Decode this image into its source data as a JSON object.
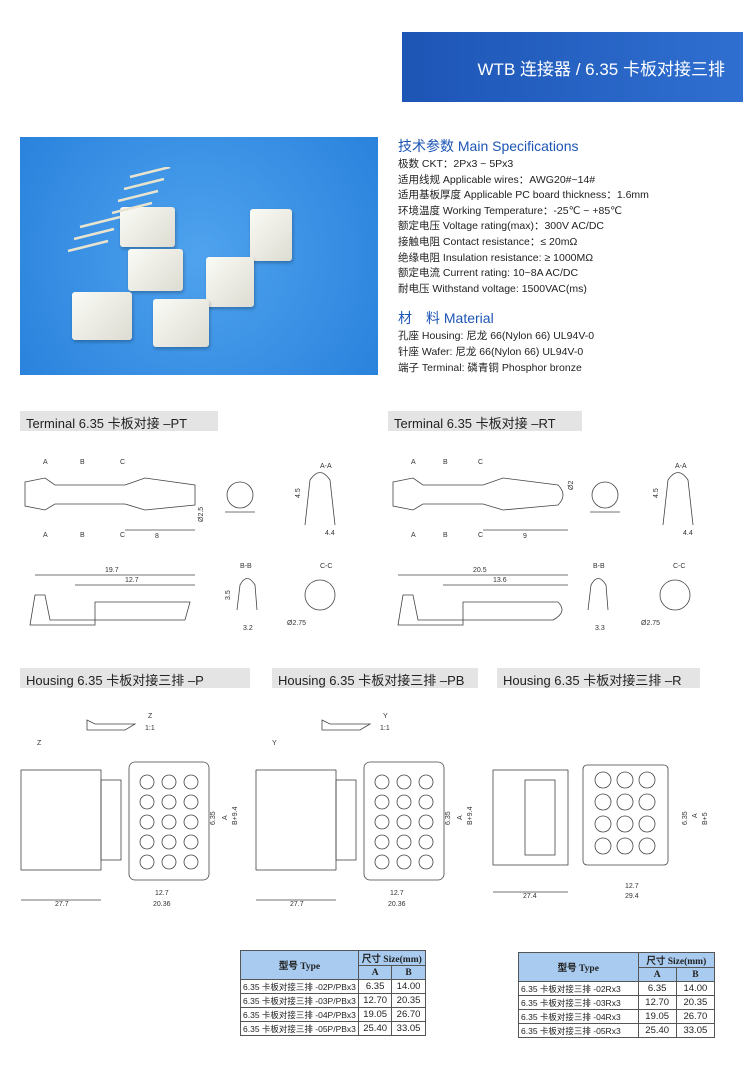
{
  "header": {
    "title": "WTB 连接器 / 6.35 卡板对接三排"
  },
  "specs": {
    "title": "技术参数 Main Specifications",
    "items": [
      "极数 CKT：2Px3 ~ 5Px3",
      "适用线规 Applicable wires：AWG20#~14#",
      "适用基板厚度 Applicable PC board thickness：1.6mm",
      "环境温度 Working Temperature：-25℃ ~ +85℃",
      "额定电压 Voltage rating(max)：300V AC/DC",
      "接触电阻 Contact resistance：≤ 20mΩ",
      "绝缘电阻 Insulation resistance: ≥ 1000MΩ",
      "额定电流 Current rating: 10~8A AC/DC",
      "耐电压 Withstand voltage: 1500VAC(ms)"
    ]
  },
  "material": {
    "title": "材　料 Material",
    "items": [
      "孔座 Housing: 尼龙 66(Nylon 66) UL94V-0",
      "针座 Wafer: 尼龙 66(Nylon 66) UL94V-0",
      "端子 Terminal: 磷青铜 Phosphor bronze"
    ]
  },
  "sections": {
    "pt": "Terminal 6.35 卡板对接 –PT",
    "rt": "Terminal 6.35 卡板对接 –RT",
    "hp": "Housing 6.35 卡板对接三排 –P",
    "hpb": "Housing 6.35 卡板对接三排 –PB",
    "hr": "Housing 6.35 卡板对接三排 –R"
  },
  "pt_dims": {
    "a": "A",
    "b": "B",
    "c": "C",
    "d1": "Ø2.5",
    "len": "8",
    "l1": "19.7",
    "l2": "12.7",
    "aa": "A-A",
    "h1": "4.5",
    "w1": "4.4",
    "bb": "B-B",
    "h2": "3.5",
    "w2": "3.2",
    "cc": "C-C",
    "d2": "Ø2.75"
  },
  "rt_dims": {
    "a": "A",
    "b": "B",
    "c": "C",
    "d1": "Ø2",
    "len": "9",
    "l1": "20.5",
    "l2": "13.6",
    "aa": "A-A",
    "h1": "4.5",
    "w1": "4.4",
    "bb": "B-B",
    "w2": "3.3",
    "cc": "C-C",
    "d2": "Ø2.75"
  },
  "housing_dims": {
    "z": "Z",
    "zs": "Z",
    "scale": "1:1",
    "y": "Y",
    "ys": "Y",
    "w1": "27.7",
    "w2": "12.7",
    "w3": "20.36",
    "p": "6.35",
    "a": "A",
    "b": "B",
    "bp": "B+9.4",
    "rw1": "27.4",
    "rw2": "12.7",
    "rw3": "29.4",
    "rbp": "B+5"
  },
  "table_left": {
    "type": "型号 Type",
    "size": "尺寸 Size(mm)",
    "a": "A",
    "b": "B",
    "rows": [
      [
        "6.35 卡板对接三排 -02P/PBx3",
        "6.35",
        "14.00"
      ],
      [
        "6.35 卡板对接三排 -03P/PBx3",
        "12.70",
        "20.35"
      ],
      [
        "6.35 卡板对接三排 -04P/PBx3",
        "19.05",
        "26.70"
      ],
      [
        "6.35 卡板对接三排 -05P/PBx3",
        "25.40",
        "33.05"
      ]
    ]
  },
  "table_right": {
    "type": "型号 Type",
    "size": "尺寸 Size(mm)",
    "a": "A",
    "b": "B",
    "rows": [
      [
        "6.35 卡板对接三排 -02Rx3",
        "6.35",
        "14.00"
      ],
      [
        "6.35 卡板对接三排 -03Rx3",
        "12.70",
        "20.35"
      ],
      [
        "6.35 卡板对接三排 -04Rx3",
        "19.05",
        "26.70"
      ],
      [
        "6.35 卡板对接三排 -05Rx3",
        "25.40",
        "33.05"
      ]
    ]
  }
}
